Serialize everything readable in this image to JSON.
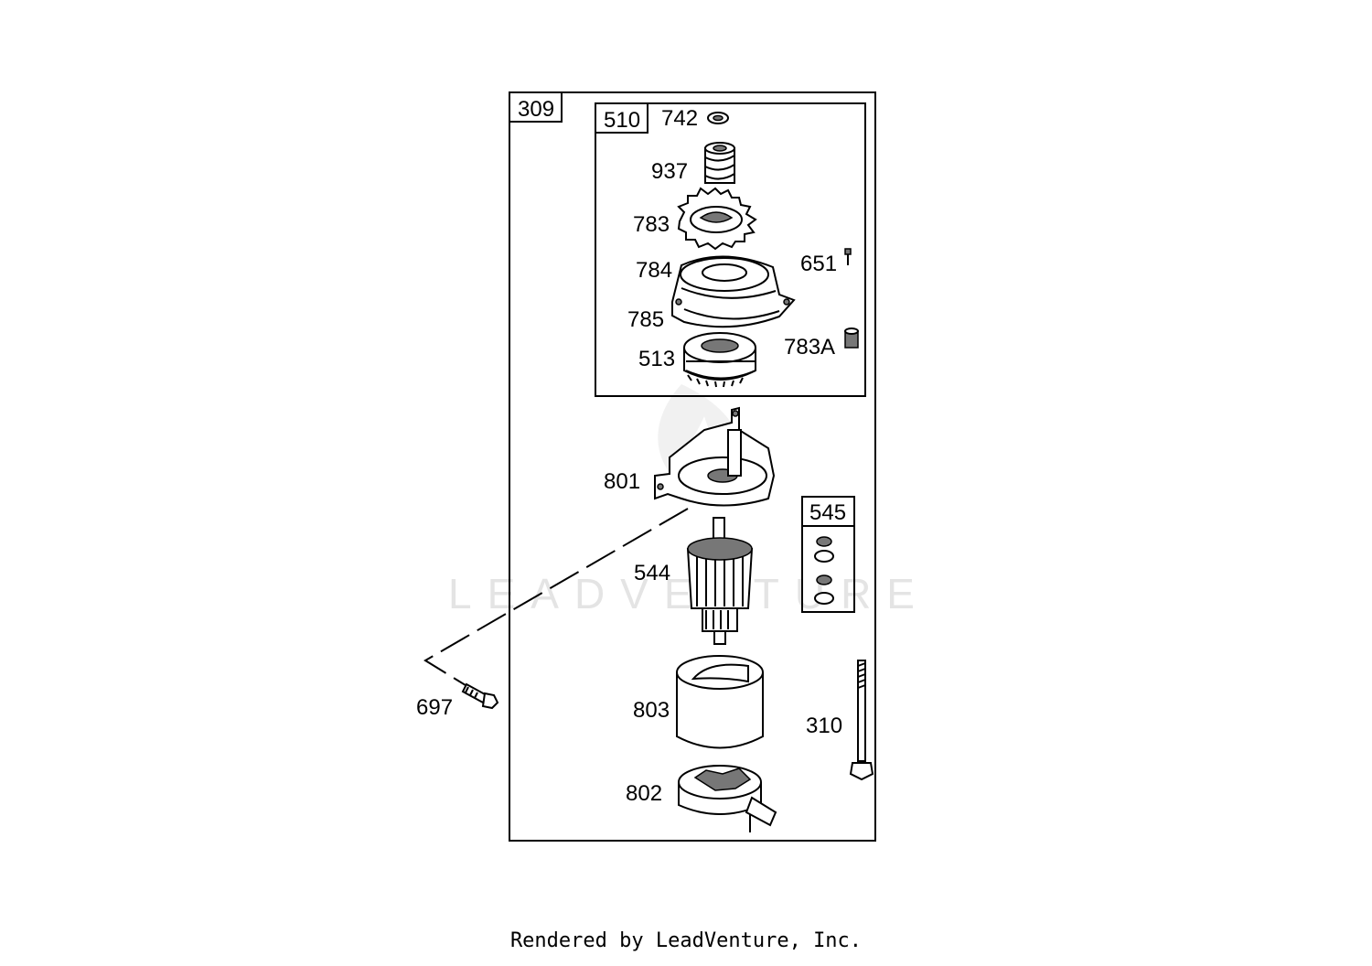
{
  "watermark": "LEADVENTURE",
  "footer": "Rendered by LeadVenture, Inc.",
  "assemblies": {
    "outer": "309",
    "drive": "510",
    "brush_kit": "545"
  },
  "parts": {
    "p742": "742",
    "p937": "937",
    "p783": "783",
    "p784": "784",
    "p785": "785",
    "p513": "513",
    "p651": "651",
    "p783A": "783A",
    "p801": "801",
    "p544": "544",
    "p697": "697",
    "p803": "803",
    "p310": "310",
    "p802": "802"
  }
}
